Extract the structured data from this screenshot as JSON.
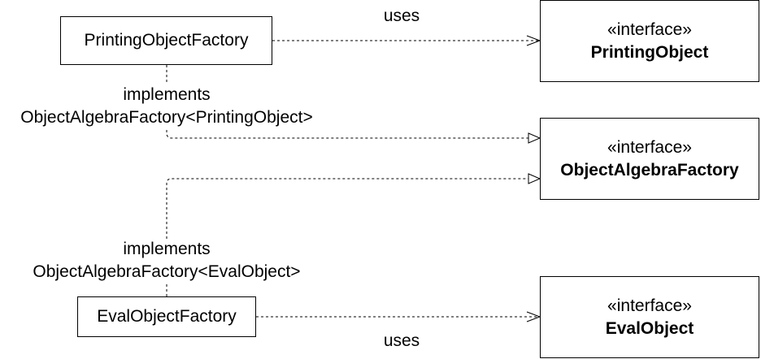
{
  "classes": {
    "printing_factory": "PrintingObjectFactory",
    "eval_factory": "EvalObjectFactory"
  },
  "interfaces": {
    "printing_object": {
      "stereotype": "«interface»",
      "name": "PrintingObject"
    },
    "algebra_factory": {
      "stereotype": "«interface»",
      "name": "ObjectAlgebraFactory"
    },
    "eval_object": {
      "stereotype": "«interface»",
      "name": "EvalObject"
    }
  },
  "edges": {
    "uses_top": "uses",
    "uses_bottom": "uses",
    "implements_top": {
      "keyword": "implements",
      "type": "ObjectAlgebraFactory<PrintingObject>"
    },
    "implements_bottom": {
      "keyword": "implements",
      "type": "ObjectAlgebraFactory<EvalObject>"
    }
  }
}
